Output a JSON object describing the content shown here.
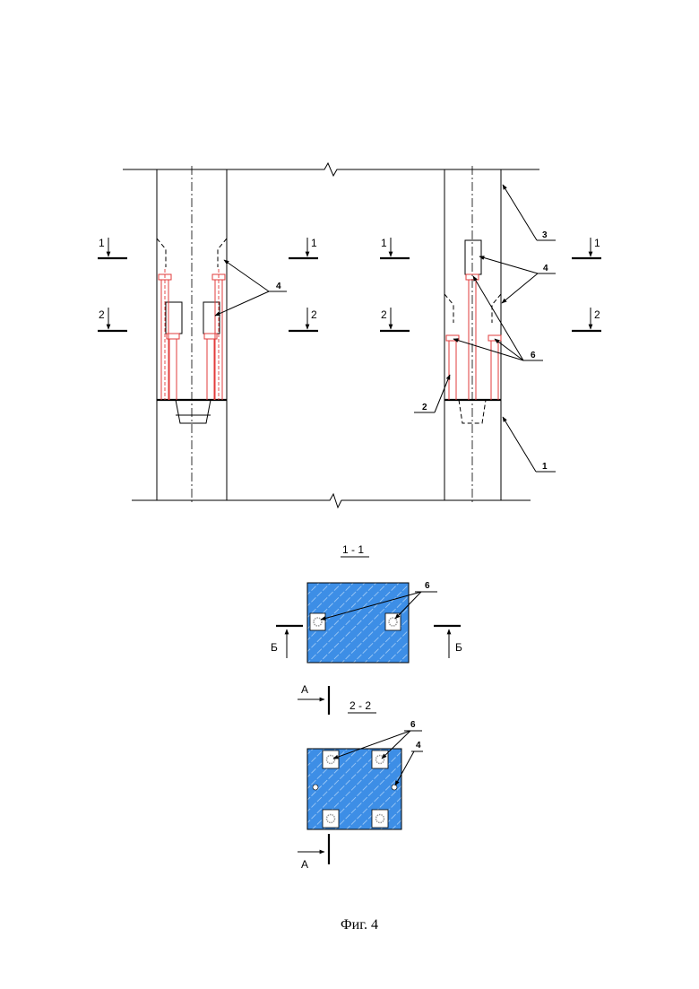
{
  "section_marks": {
    "one": "1",
    "two": "2"
  },
  "callouts": {
    "c1": "1",
    "c2": "2",
    "c3": "3",
    "c4": "4",
    "c6": "6"
  },
  "section_1_1": {
    "title": "1 - 1",
    "callout_6": "6",
    "cut_label": "Б"
  },
  "section_2_2": {
    "title": "2 - 2",
    "callout_6": "6",
    "callout_4": "4",
    "cut_label": "А"
  },
  "caption": "Фиг. 4",
  "colors": {
    "section_fill": "#3d8ee6",
    "bolt_lines": "#e23b3b",
    "line": "#000000"
  }
}
